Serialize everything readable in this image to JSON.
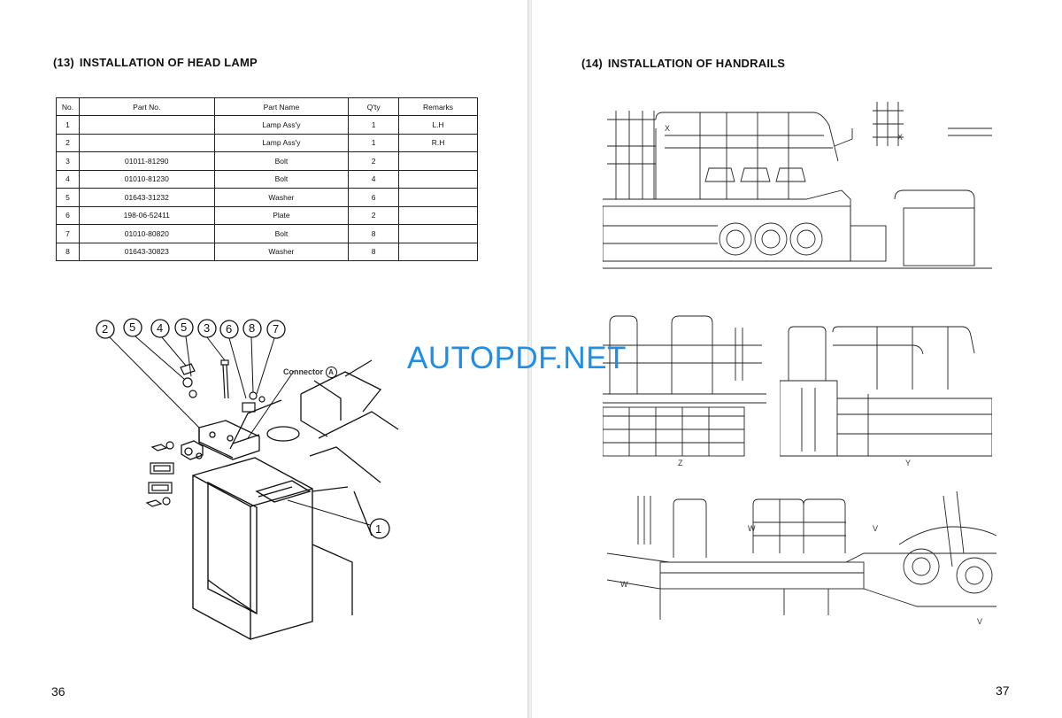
{
  "left": {
    "section_num": "(13)",
    "section_title": "INSTALLATION OF HEAD LAMP",
    "table": {
      "headers": [
        "No.",
        "Part No.",
        "Part Name",
        "Q'ty",
        "Remarks"
      ],
      "rows": [
        [
          "1",
          "",
          "Lamp Ass'y",
          "1",
          "L.H"
        ],
        [
          "2",
          "",
          "Lamp Ass'y",
          "1",
          "R.H"
        ],
        [
          "3",
          "01011-81290",
          "Bolt",
          "2",
          ""
        ],
        [
          "4",
          "01010-81230",
          "Bolt",
          "4",
          ""
        ],
        [
          "5",
          "01643-31232",
          "Washer",
          "6",
          ""
        ],
        [
          "6",
          "198-06-52411",
          "Plate",
          "2",
          ""
        ],
        [
          "7",
          "01010-80820",
          "Bolt",
          "8",
          ""
        ],
        [
          "8",
          "01643-30823",
          "Washer",
          "8",
          ""
        ]
      ]
    },
    "callouts": [
      "2",
      "5",
      "4",
      "5",
      "3",
      "6",
      "8",
      "7"
    ],
    "callout_1": "1",
    "connector_label": "Connector",
    "connector_mark": "A",
    "page_number": "36"
  },
  "right": {
    "section_num": "(14)",
    "section_title": "INSTALLATION OF HANDRAILS",
    "view_x": "X",
    "view_z": "Z",
    "view_y": "Y",
    "view_v": "V",
    "view_w": "W",
    "page_number": "37"
  },
  "watermark": "AUTOPDF.NET"
}
